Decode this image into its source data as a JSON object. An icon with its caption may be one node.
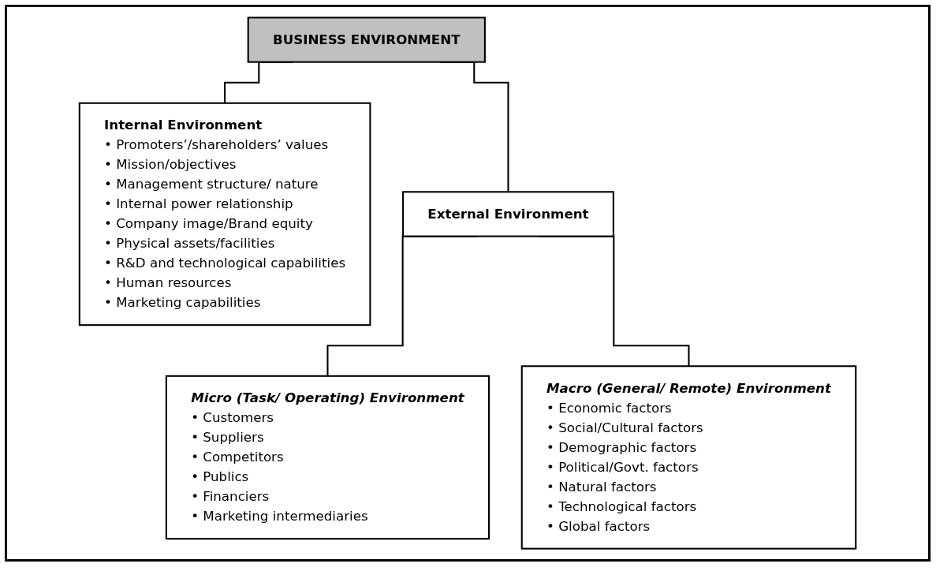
{
  "diagram": {
    "nodes": [
      {
        "text": [
          "BUSINESS ENVIRONMENT"
        ]
      },
      {
        "text": [
          "Internal Environment",
          "• Promoters’/shareholders’ values",
          "• Mission/objectives",
          "• Management structure/ nature",
          "• Internal power relationship",
          "• Company image/Brand equity",
          "• Physical assets/facilities",
          "• R&D and technological capabilities",
          "• Human resources",
          "• Marketing capabilities"
        ]
      },
      {
        "text": [
          "External Environment"
        ]
      },
      {
        "text": [
          "Micro (Task/ Operating) Environment",
          "• Customers",
          "• Suppliers",
          "• Competitors",
          "• Publics",
          "• Financiers",
          "• Marketing intermediaries"
        ]
      },
      {
        "text": [
          "Macro (General/ Remote) Environment",
          "• Economic factors",
          "• Social/Cultural factors",
          "• Demographic factors",
          "• Political/Govt. factors",
          "• Natural factors",
          "• Technological factors",
          "• Global factors"
        ]
      }
    ],
    "edges": [
      {
        "from": 0,
        "to": 1,
        "arrow": "none"
      },
      {
        "from": 0,
        "to": 2,
        "arrow": "none"
      },
      {
        "from": 2,
        "to": 3,
        "arrow": "none"
      },
      {
        "from": 2,
        "to": 4,
        "arrow": "none"
      }
    ]
  }
}
